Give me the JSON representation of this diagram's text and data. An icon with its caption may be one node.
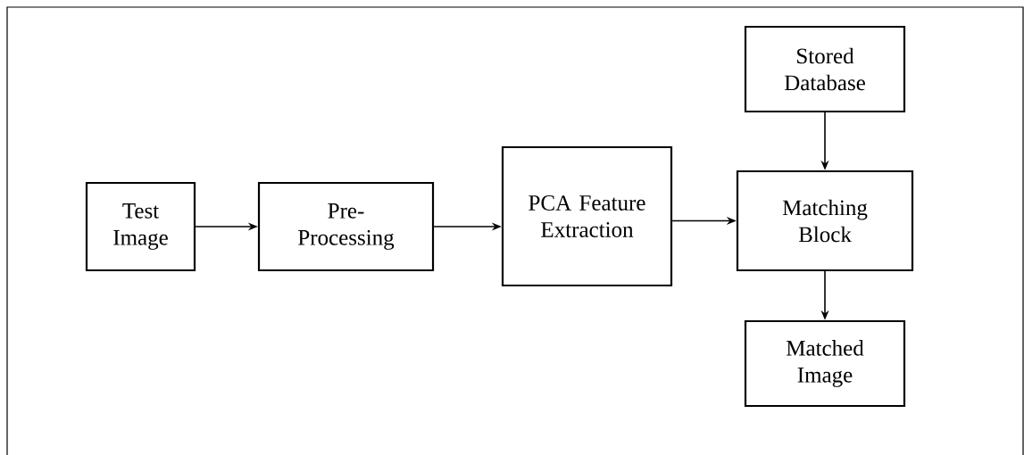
{
  "diagram": {
    "nodes": [
      {
        "text": [
          "Test Image"
        ]
      },
      {
        "text": [
          "Pre- Processing"
        ]
      },
      {
        "text": [
          "PCA Feature Extraction"
        ]
      },
      {
        "text": [
          "Stored Database"
        ]
      },
      {
        "text": [
          "Matching Block"
        ]
      },
      {
        "text": [
          "Matched Image"
        ]
      }
    ],
    "edges": [
      {
        "from": 0,
        "to": 1,
        "arrow": "to"
      },
      {
        "from": 1,
        "to": 2,
        "arrow": "to"
      },
      {
        "from": 2,
        "to": 4,
        "arrow": "to"
      },
      {
        "from": 3,
        "to": 4,
        "arrow": "to"
      },
      {
        "from": 4,
        "to": 5,
        "arrow": "to"
      }
    ]
  }
}
